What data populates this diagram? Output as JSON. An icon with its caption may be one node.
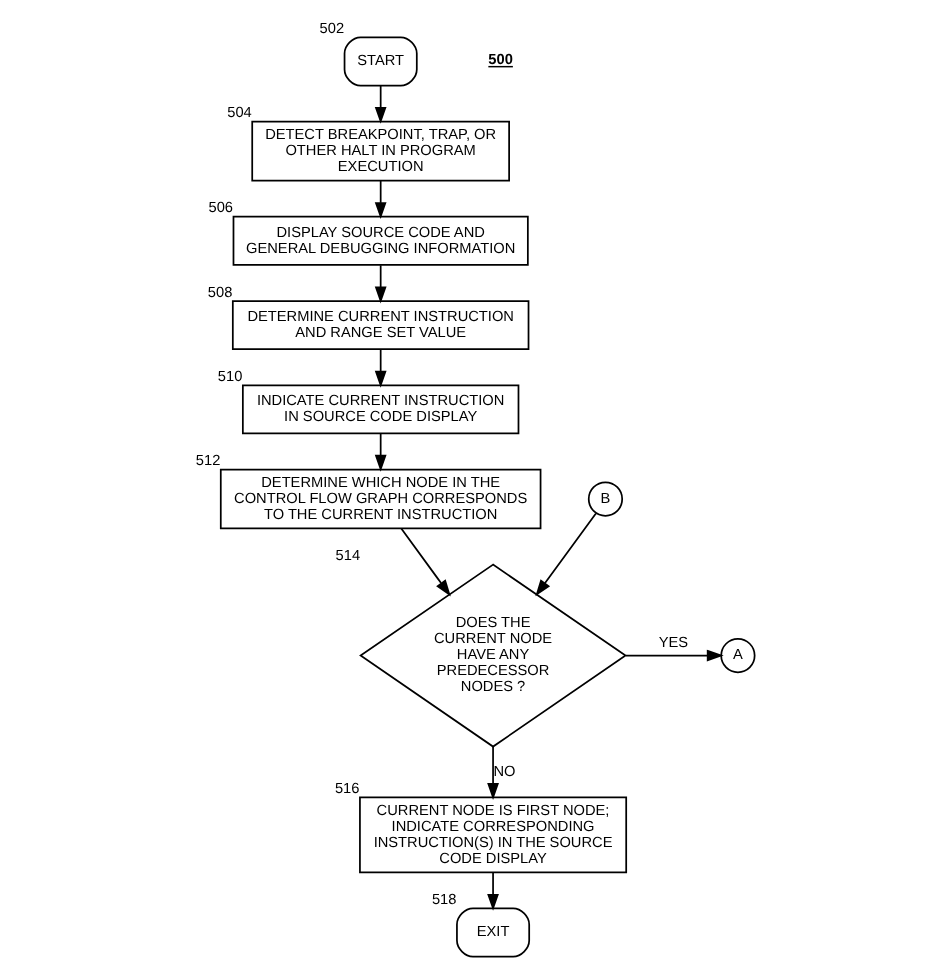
{
  "diagram": {
    "nodes": [
      {
        "text": [
          "START"
        ],
        "beside": [
          "502"
        ]
      },
      {
        "text": [
          "DETECT BREAKPOINT, TRAP, OR OTHER HALT IN PROGRAM EXECUTION"
        ],
        "beside": [
          "504"
        ]
      },
      {
        "text": [
          "DISPLAY SOURCE CODE AND GENERAL DEBUGGING INFORMATION"
        ],
        "beside": [
          "506"
        ]
      },
      {
        "text": [
          "DETERMINE CURRENT INSTRUCTION AND RANGE SET VALUE"
        ],
        "beside": [
          "508"
        ]
      },
      {
        "text": [
          "INDICATE CURRENT INSTRUCTION IN SOURCE CODE DISPLAY"
        ],
        "beside": [
          "510"
        ]
      },
      {
        "text": [
          "DETERMINE WHICH NODE IN THE CONTROL FLOW GRAPH CORRESPONDS TO THE CURRENT INSTRUCTION"
        ],
        "beside": [
          "512"
        ]
      },
      {
        "text": [
          "B"
        ]
      },
      {
        "text": [
          "DOES THE CURRENT NODE HAVE ANY PREDECESSOR NODES ?"
        ],
        "beside": [
          "514"
        ]
      },
      {
        "text": [
          "A"
        ]
      },
      {
        "text": [
          "CURRENT NODE IS FIRST NODE; INDICATE CORRESPONDING INSTRUCTION(S) IN THE SOURCE CODE DISPLAY"
        ],
        "beside": [
          "516"
        ]
      },
      {
        "text": [
          "EXIT"
        ],
        "beside": [
          "518"
        ]
      }
    ],
    "edges": [
      {
        "from": 0,
        "to": 1,
        "arrow": "to"
      },
      {
        "from": 1,
        "to": 2,
        "arrow": "to"
      },
      {
        "from": 2,
        "to": 3,
        "arrow": "to"
      },
      {
        "from": 3,
        "to": 4,
        "arrow": "to"
      },
      {
        "from": 4,
        "to": 5,
        "arrow": "to"
      },
      {
        "from": 5,
        "to": 7,
        "arrow": "to"
      },
      {
        "from": 6,
        "to": 7,
        "arrow": "to"
      },
      {
        "from": 7,
        "to": 8,
        "arrow": "to",
        "label": "YES"
      },
      {
        "from": 7,
        "to": 9,
        "arrow": "to",
        "label": "NO"
      },
      {
        "from": 9,
        "to": 10,
        "arrow": "to"
      }
    ],
    "labels": [
      "500"
    ]
  }
}
